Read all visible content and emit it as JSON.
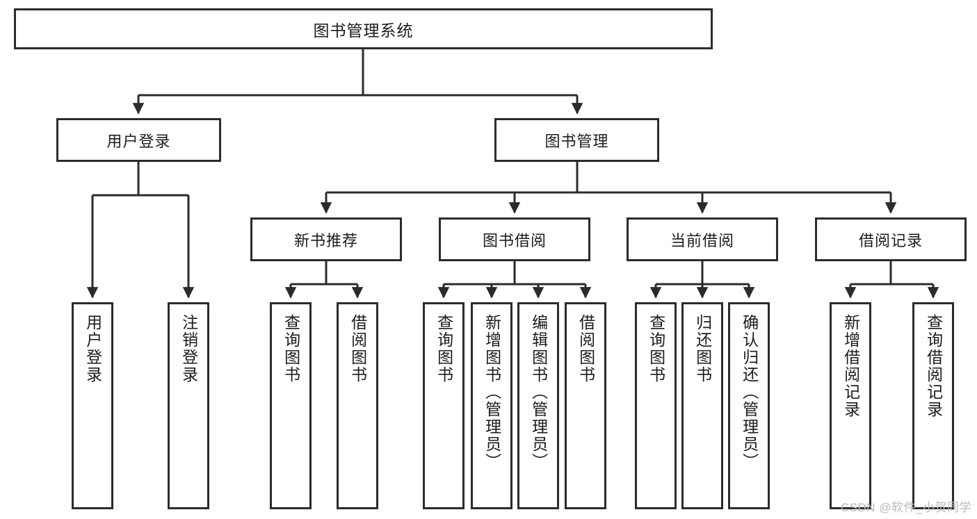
{
  "diagram": {
    "title": "图书管理系统",
    "type": "hierarchy-tree",
    "watermark": "CSDN @软件_小贺同学",
    "colors": {
      "box_border": "#2b2b2b",
      "box_fill": "#ffffff",
      "edge": "#2b2b2b",
      "text": "#1c1c1c",
      "watermark": "#b9b9b9"
    },
    "levels": {
      "root": {
        "label": "图书管理系统"
      },
      "level2": [
        {
          "id": "user-login",
          "label": "用户登录"
        },
        {
          "id": "book-management",
          "label": "图书管理"
        }
      ],
      "level3": [
        {
          "id": "new-book-recommend",
          "label": "新书推荐"
        },
        {
          "id": "book-borrow",
          "label": "图书借阅"
        },
        {
          "id": "current-borrow",
          "label": "当前借阅"
        },
        {
          "id": "borrow-record",
          "label": "借阅记录"
        }
      ],
      "leaves": {
        "user_login": [
          {
            "id": "leaf-user-login",
            "label": "用户登录"
          },
          {
            "id": "leaf-user-logout",
            "label": "注销登录"
          }
        ],
        "new_book_recommend": [
          {
            "id": "leaf-query-book-1",
            "label": "查询图书"
          },
          {
            "id": "leaf-borrow-book-1",
            "label": "借阅图书"
          }
        ],
        "book_borrow": [
          {
            "id": "leaf-query-book-2",
            "label": "查询图书"
          },
          {
            "id": "leaf-add-book",
            "label": "新增图书（管理员）"
          },
          {
            "id": "leaf-edit-book",
            "label": "编辑图书（管理员）"
          },
          {
            "id": "leaf-borrow-book-2",
            "label": "借阅图书"
          }
        ],
        "current_borrow": [
          {
            "id": "leaf-query-book-3",
            "label": "查询图书"
          },
          {
            "id": "leaf-return-book",
            "label": "归还图书"
          },
          {
            "id": "leaf-confirm-return",
            "label": "确认归还（管理员）"
          }
        ],
        "borrow_record": [
          {
            "id": "leaf-add-record",
            "label": "新增借阅记录"
          },
          {
            "id": "leaf-query-record",
            "label": "查询借阅记录"
          }
        ]
      }
    }
  }
}
